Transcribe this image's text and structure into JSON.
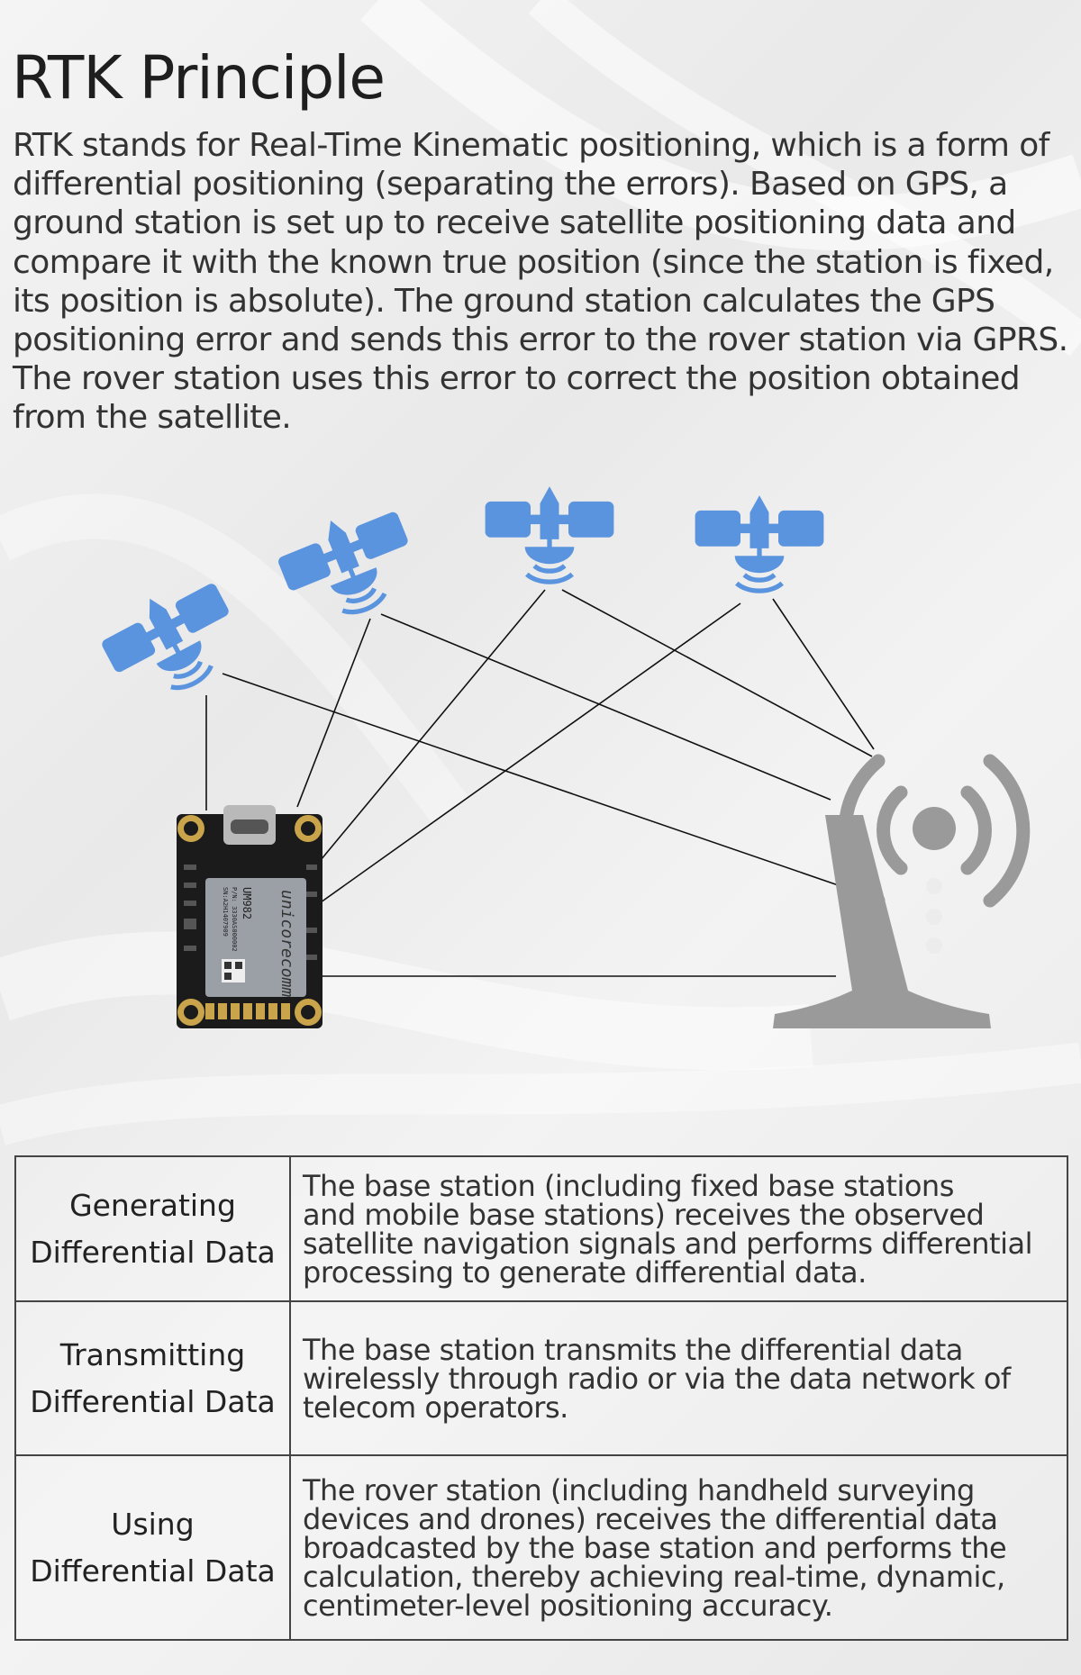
{
  "title": "RTK Principle",
  "intro": "RTK stands for Real-Time Kinematic positioning, which is a form of differential positioning (separating the errors). Based on GPS, a ground station is set up to receive satellite positioning data and compare it with the known true position (since the station is fixed, its position is absolute). The ground station calculates the GPS positioning error and sends this error to the rover station via GPRS. The rover station uses this error to correct the position obtained from the satellite.",
  "diagram": {
    "satellites": [
      "satellite-icon",
      "satellite-icon",
      "satellite-icon",
      "satellite-icon"
    ],
    "base_station": "antenna-tower-icon",
    "rover": {
      "module_brand": "unicorecomm",
      "module_model": "UM982",
      "module_pn": "P/N: 3330AS000002",
      "module_sn": "SN:A2H1407909"
    },
    "colors": {
      "satellite": "#5b94de",
      "tower": "#9a9a9a",
      "lines": "#111111"
    }
  },
  "table": [
    {
      "head_line1": "Generating",
      "head_line2": "Differential Data",
      "desc_lines": [
        "The base station (including fixed base stations",
        "and mobile base stations) receives the observed",
        "satellite navigation signals and performs differential",
        "processing to generate differential data."
      ]
    },
    {
      "head_line1": "Transmitting",
      "head_line2": "Differential Data",
      "desc_lines": [
        "The base station transmits the differential data",
        "wirelessly through radio or via the data network of",
        "telecom operators."
      ]
    },
    {
      "head_line1": "Using",
      "head_line2": "Differential Data",
      "desc_lines": [
        "The rover station (including handheld surveying",
        "devices and drones) receives the differential data",
        "broadcasted by the base station and performs the",
        "calculation, thereby achieving real-time, dynamic,",
        "centimeter-level positioning accuracy."
      ]
    }
  ]
}
